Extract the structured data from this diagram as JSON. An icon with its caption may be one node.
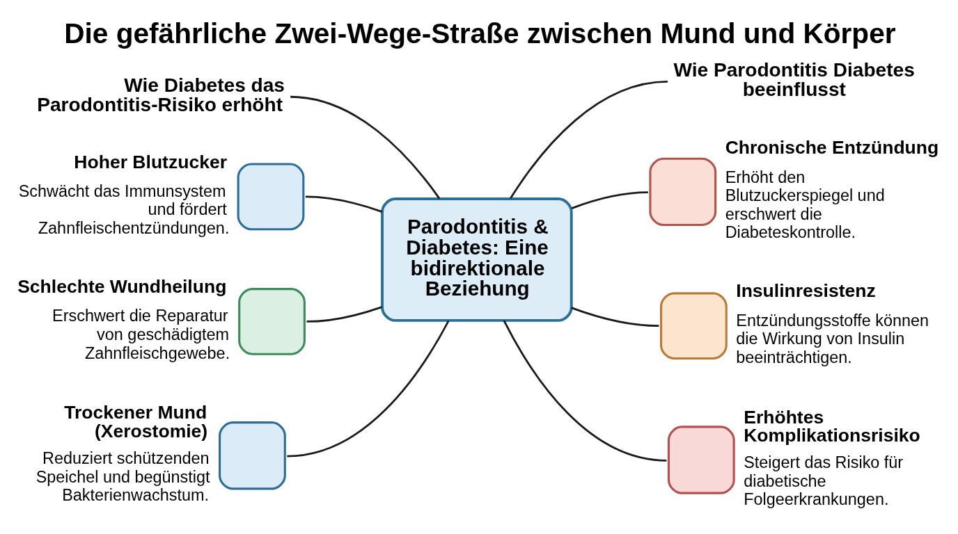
{
  "diagram": {
    "title": "Die gefährliche Zwei-Wege-Straße zwischen Mund und Körper",
    "nodes": [
      {
        "text": [
          "Wie Diabetes das Parodontitis-Risiko erhöht"
        ]
      },
      {
        "text": [
          "Hoher Blutzucker",
          "Schwächt das Immunsystem und fördert Zahnfleischentzündungen."
        ]
      },
      {
        "text": [
          "Schlechte Wundheilung",
          "Erschwert die Reparatur von geschädigtem Zahnfleischgewebe."
        ]
      },
      {
        "text": [
          "Trockener Mund (Xerostomie)",
          "Reduziert schützenden Speichel und begünstigt Bakterienwachstum."
        ]
      },
      {
        "text": [
          "Parodontitis & Diabetes: Eine bidirektionale Beziehung"
        ]
      },
      {
        "text": [
          "Wie Parodontitis Diabetes beeinflusst"
        ]
      },
      {
        "text": [
          "Chronische Entzündung",
          "Erhöht den Blutzuckerspiegel und erschwert die Diabeteskontrolle."
        ]
      },
      {
        "text": [
          "Insulinresistenz",
          "Entzündungsstoffe können die Wirkung von Insulin beeinträchtigen."
        ]
      },
      {
        "text": [
          "Erhöhtes Komplikationsrisiko",
          "Steigert das Risiko für diabetische Folgeerkrankungen."
        ]
      }
    ],
    "edges": [
      {
        "from": 0,
        "to": 4,
        "arrow": "none"
      },
      {
        "from": 1,
        "to": 4,
        "arrow": "none"
      },
      {
        "from": 2,
        "to": 4,
        "arrow": "none"
      },
      {
        "from": 3,
        "to": 4,
        "arrow": "none"
      },
      {
        "from": 4,
        "to": 5,
        "arrow": "none"
      },
      {
        "from": 4,
        "to": 6,
        "arrow": "none"
      },
      {
        "from": 4,
        "to": 7,
        "arrow": "none"
      },
      {
        "from": 4,
        "to": 8,
        "arrow": "none"
      }
    ]
  }
}
